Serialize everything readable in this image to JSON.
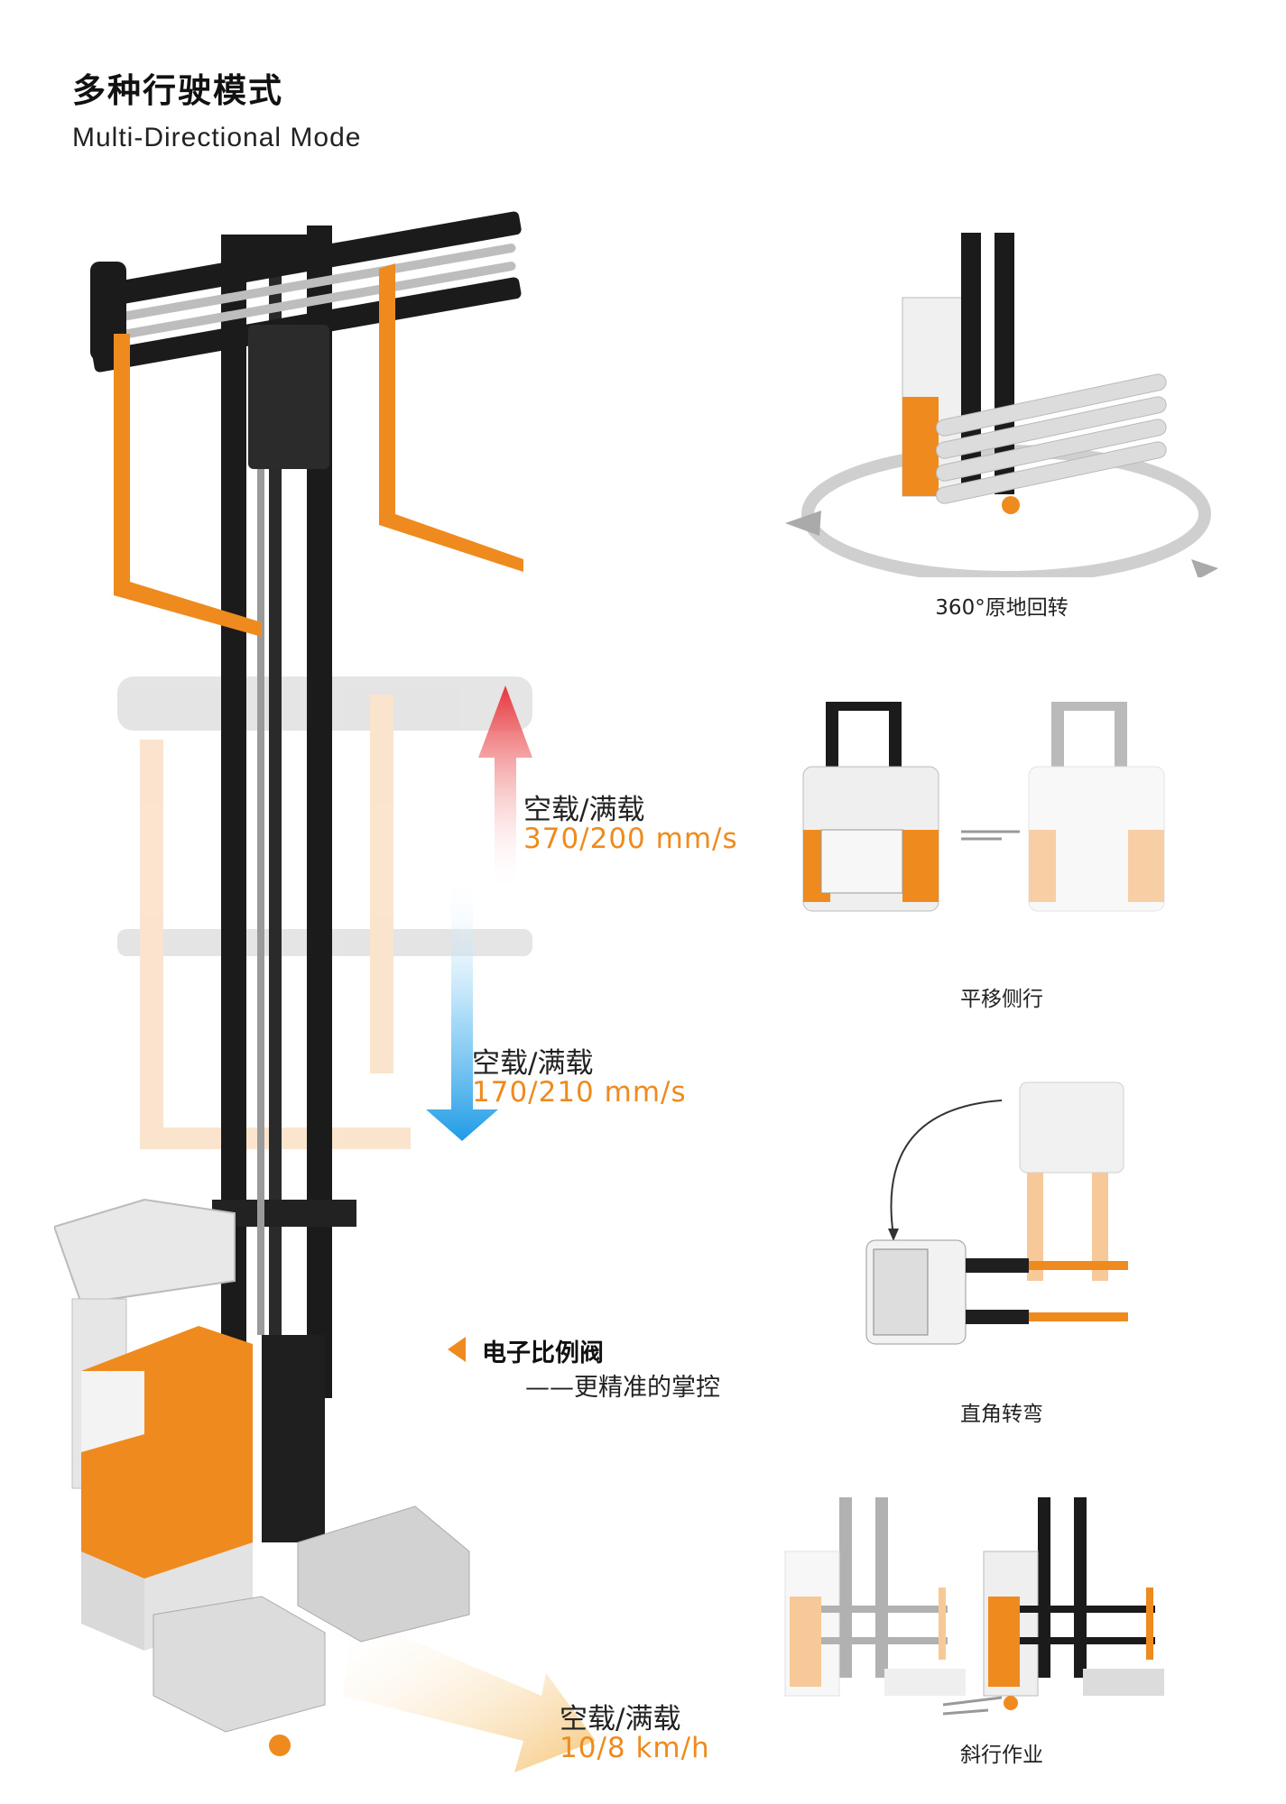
{
  "header": {
    "title_zh": "多种行驶模式",
    "title_en": "Multi-Directional Mode"
  },
  "speeds": {
    "lift": {
      "label": "空载/满载",
      "value": "370/200 mm/s"
    },
    "lower": {
      "label": "空载/满载",
      "value": "170/210 mm/s"
    },
    "travel": {
      "label": "空载/满载",
      "value": "10/8 km/h"
    }
  },
  "valve": {
    "title": "电子比例阀",
    "subtitle": "——更精准的掌控"
  },
  "modes": [
    {
      "label": "360°原地回转"
    },
    {
      "label": "平移侧行"
    },
    {
      "label": "直角转弯"
    },
    {
      "label": "斜行作业"
    }
  ],
  "colors": {
    "accent_orange": "#ef8a1f",
    "arrow_up": "#e8333a",
    "arrow_down": "#2aa3e8",
    "mast_black": "#1b1b1b"
  }
}
